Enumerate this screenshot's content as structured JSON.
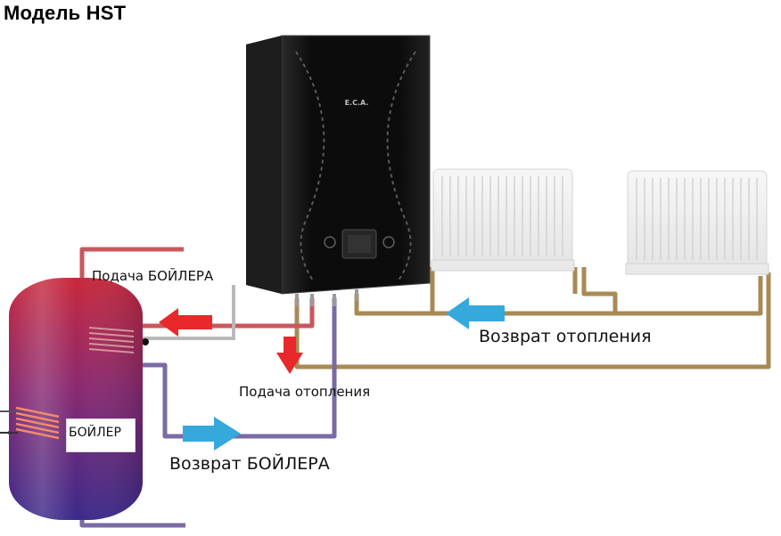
{
  "title": "Модель HST",
  "device": {
    "brand": "E.C.A."
  },
  "tank": {
    "label": "БОЙЛЕР"
  },
  "labels": {
    "boiler_supply": "Подача БОЙЛЕРА",
    "boiler_return": "Возврат БОЙЛЕРА",
    "heating_supply": "Подача отопления",
    "heating_return": "Возврат отопления"
  },
  "colors": {
    "hot_arrow": "#e8282b",
    "cold_arrow": "#35a8dc",
    "supply_pipe": "#c8585e",
    "return_pipe": "#7a6aa6",
    "heating_pipe": "#a88a55",
    "boiler_body": "#141414"
  }
}
